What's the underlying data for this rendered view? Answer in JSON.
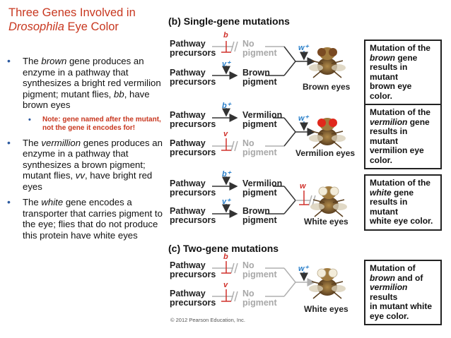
{
  "title": {
    "line1": "Three Genes Involved in",
    "line2_italic": "Drosophila",
    "line2_rest": " Eye Color"
  },
  "bullets": {
    "b1": {
      "pre": "The ",
      "gene": "brown",
      "post": " gene produces an enzyme in a pathway that synthesizes a bright red vermilion pigment; mutant flies, ",
      "geno": "bb",
      "end": ", have brown eyes"
    },
    "note": "Note: gene named after the mutant, not the gene it encodes for!",
    "b2": {
      "pre": "The ",
      "gene": "vermillion",
      "post": " genes produces an enzyme in a pathway that synthesizes a brown pigment; mutant flies, ",
      "geno": "vv",
      "end": ", have bright red eyes"
    },
    "b3": {
      "pre": "The ",
      "gene": "white",
      "post": " gene encodes a transporter that carries pigment to the eye; flies that do not produce this protein have white eyes"
    }
  },
  "sections": {
    "b": {
      "letter": "(b)",
      "text": " Single-gene mutations"
    },
    "c": {
      "letter": "(c)",
      "text": " Two-gene mutations"
    }
  },
  "pathway": {
    "line1": "Pathway",
    "line2": "precursors"
  },
  "pigments": {
    "no1": "No",
    "no2": "pigment",
    "brown1": "Brown",
    "brown2": "pigment",
    "verm1": "Vermilion",
    "verm2": "pigment"
  },
  "genes": {
    "b": "b",
    "bplus": "b⁺",
    "v": "v",
    "vplus": "v⁺",
    "w": "w",
    "wplus": "w⁺"
  },
  "eye_labels": {
    "brown": "Brown eyes",
    "vermilion": "Vermilion eyes",
    "white1": "White eyes",
    "white2": "White eyes"
  },
  "results": {
    "r1": {
      "l1": "Mutation of the",
      "gene": "brown",
      "l2": " gene",
      "l3": "results in mutant",
      "l4": "brown eye color."
    },
    "r2": {
      "l1": "Mutation of the",
      "gene": "vermilion",
      "l2": " gene",
      "l3": "results in mutant",
      "l4": "vermilion eye",
      "l5": "color."
    },
    "r3": {
      "l1": "Mutation of the",
      "gene": "white",
      "l2": " gene",
      "l3": "results in mutant",
      "l4": "white eye color."
    },
    "r4": {
      "l1": "Mutation of",
      "gene1": "brown",
      "l2": " and of",
      "gene2": "vermilion",
      "l3": " results",
      "l4": "in mutant white",
      "l5": "eye color."
    }
  },
  "copyright": "© 2012 Pearson Education, Inc.",
  "colors": {
    "title_red": "#c8371f",
    "gene_red": "#d0302a",
    "gene_blue": "#2a7fc9",
    "muted_grey": "#a8a8a8"
  }
}
